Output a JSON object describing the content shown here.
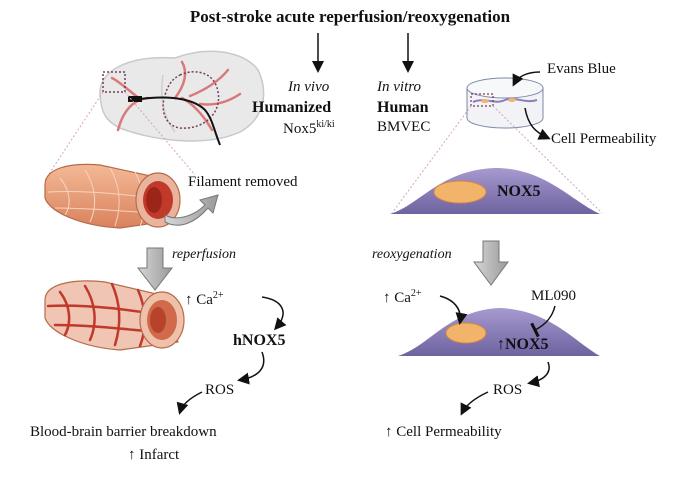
{
  "title": "Post-stroke acute reperfusion/reoxygenation",
  "left": {
    "mode": "In vivo",
    "model": "Humanized",
    "genotype": "Nox5",
    "genotype_sup": "ki/ki",
    "filament_label": "Filament removed",
    "step_label": "reperfusion",
    "calcium": "Ca",
    "calcium_sup": "2+",
    "enzyme": "hNOX5",
    "ros": "ROS",
    "outcome_1": "Blood-brain barrier breakdown",
    "outcome_2": "Infarct"
  },
  "right": {
    "mode": "In vitro",
    "model": "Human",
    "cells": "BMVEC",
    "dye_label": "Evans Blue",
    "assay_label": "Cell Permeability",
    "cell_top_label": "NOX5",
    "step_label": "reoxygenation",
    "calcium": "Ca",
    "calcium_sup": "2+",
    "inhibitor": "ML090",
    "enzyme": "NOX5",
    "ros": "ROS",
    "outcome": "Cell Permeability"
  },
  "arrow_up": "↑",
  "colors": {
    "vessel_outer": "#e8a07a",
    "vessel_lumen": "#c0392b",
    "brain_vessel": "#d97a7a",
    "cell_fill": "#8c7fb8",
    "nucleus": "#f2b36a",
    "dish_outline": "#7a8aa6"
  }
}
